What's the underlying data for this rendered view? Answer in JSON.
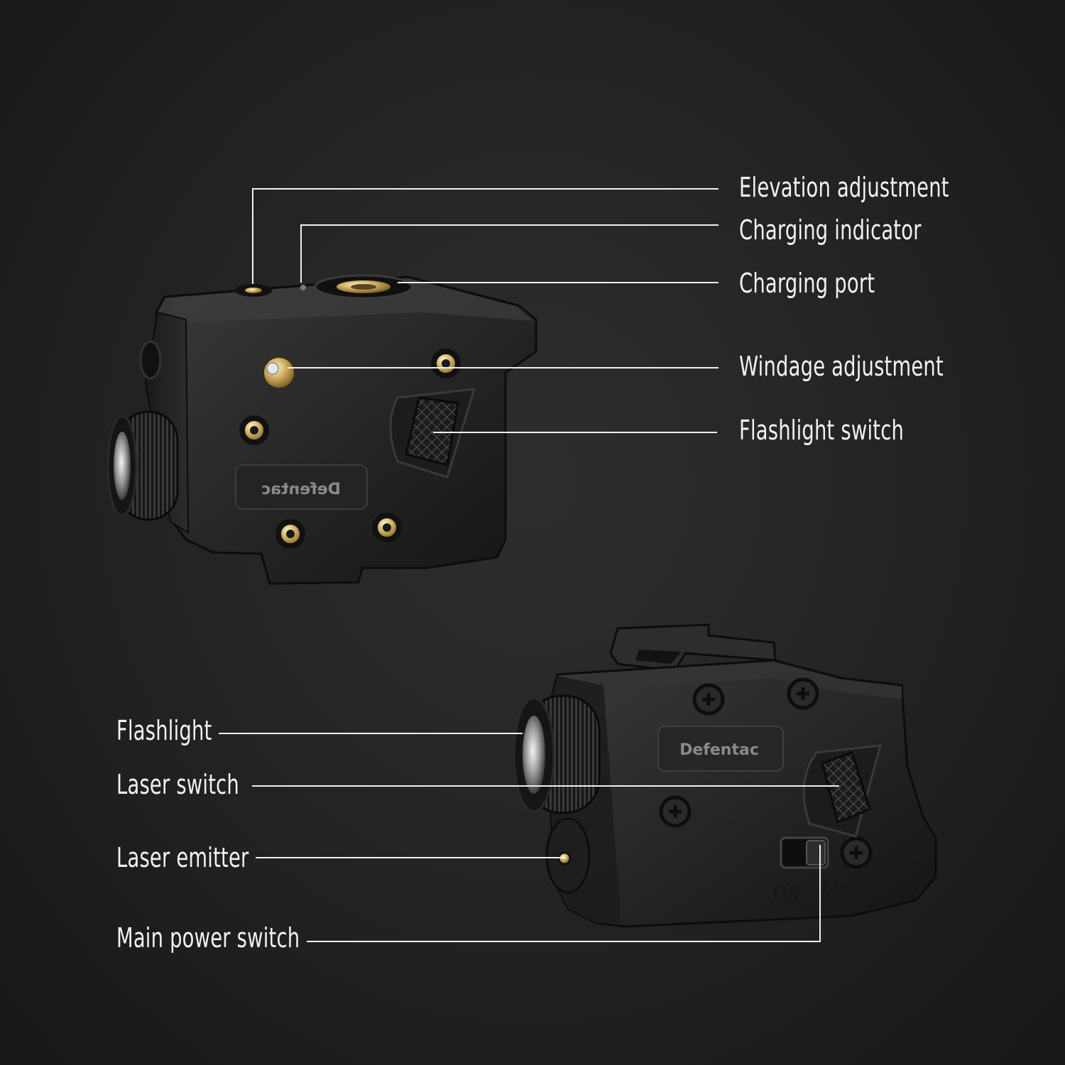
{
  "top_device": {
    "brand": "Defentac",
    "callouts": [
      {
        "id": "elevation-adjustment",
        "text": "Elevation adjustment"
      },
      {
        "id": "charging-indicator",
        "text": "Charging indicator"
      },
      {
        "id": "charging-port",
        "text": "Charging port"
      },
      {
        "id": "windage-adjustment",
        "text": "Windage adjustment"
      },
      {
        "id": "flashlight-switch",
        "text": "Flashlight switch"
      }
    ]
  },
  "bottom_device": {
    "brand": "Defentac",
    "switch_off_label": "Off",
    "switch_on_label": "On",
    "callouts": [
      {
        "id": "flashlight",
        "text": "Flashlight"
      },
      {
        "id": "laser-switch",
        "text": "Laser switch"
      },
      {
        "id": "laser-emitter",
        "text": "Laser emitter"
      },
      {
        "id": "main-power-switch",
        "text": "Main power switch"
      }
    ]
  }
}
